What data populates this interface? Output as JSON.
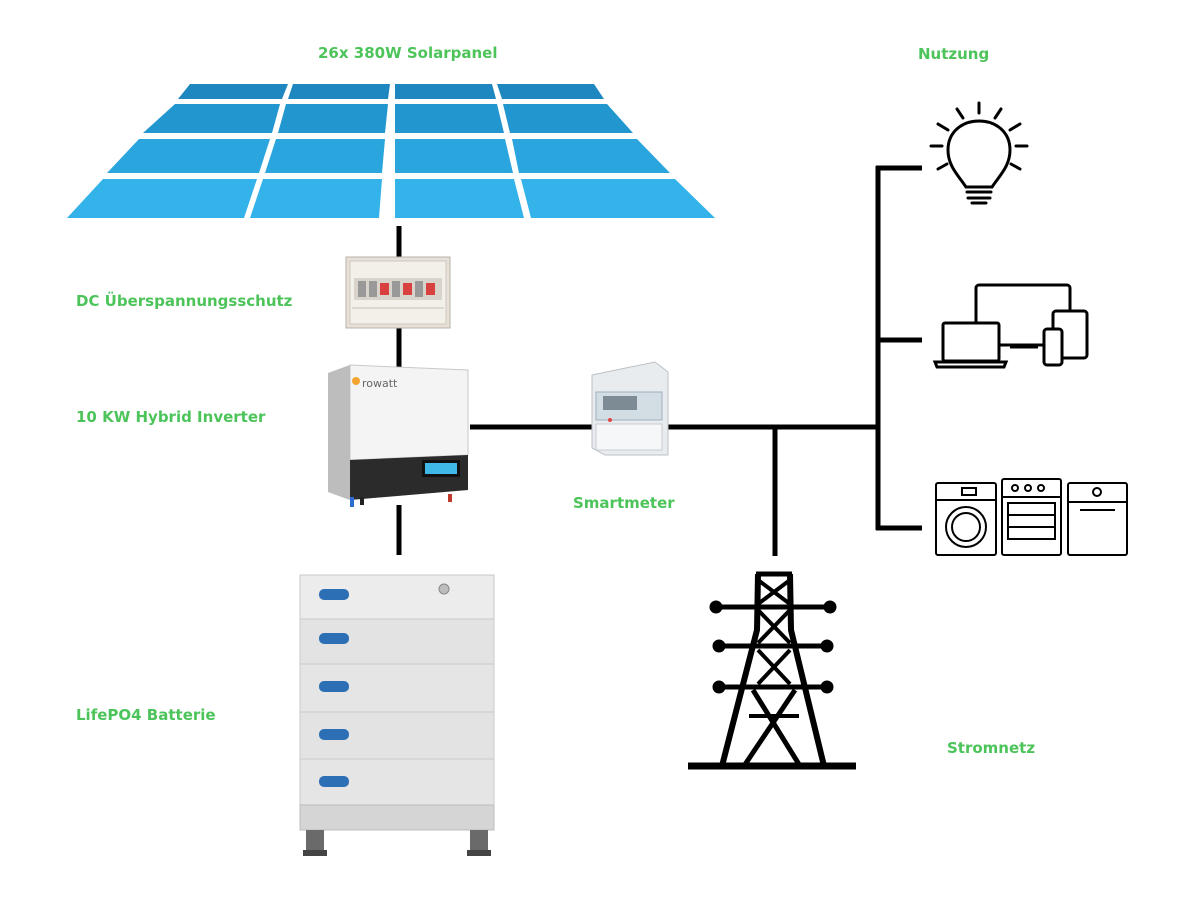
{
  "labels": {
    "solar": "26x 380W Solarpanel",
    "usage": "Nutzung",
    "dc_protection": "DC Überspannungsschutz",
    "inverter": "10 KW Hybrid Inverter",
    "smartmeter": "Smartmeter",
    "battery": "LifePO4 Batterie",
    "grid": "Stromnetz"
  },
  "colors": {
    "label_green": "#4cc45a",
    "panel_blue": "#2aa3dc",
    "line": "#000000"
  },
  "icons": [
    "solar-panel-icon",
    "surge-protector-icon",
    "inverter-icon",
    "smartmeter-icon",
    "battery-stack-icon",
    "power-pylon-icon",
    "lightbulb-icon",
    "devices-icon",
    "appliances-icon"
  ]
}
